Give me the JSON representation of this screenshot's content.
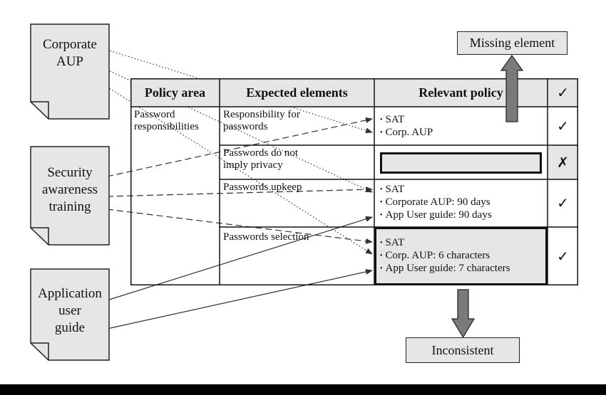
{
  "documents": {
    "corporate_aup": "Corporate\nAUP",
    "security_training": "Security\nawareness\ntraining",
    "app_user_guide": "Application\nuser\nguide"
  },
  "table": {
    "headers": [
      "Policy area",
      "Expected elements",
      "Relevant policy",
      "✓"
    ],
    "policy_area": "Password\nresponsibilities",
    "rows": [
      {
        "element": "Responsibility for\npasswords",
        "policies": [
          "SAT",
          "Corp. AUP"
        ],
        "status": "✓",
        "status_icon": "check-icon"
      },
      {
        "element": "Passwords do not\nimply privacy",
        "policies": [],
        "status": "✗",
        "status_icon": "cross-icon"
      },
      {
        "element": "Passwords upkeep",
        "policies": [
          "SAT",
          "Corporate AUP: 90 days",
          "App User guide: 90 days"
        ],
        "status": "✓",
        "status_icon": "check-icon"
      },
      {
        "element": "Passwords selection",
        "policies": [
          "SAT",
          "Corp. AUP: 6 characters",
          "App User guide: 7 characters"
        ],
        "status": "✓",
        "status_icon": "check-icon"
      }
    ]
  },
  "callouts": {
    "missing": "Missing element",
    "inconsistent": "Inconsistent"
  },
  "colors": {
    "fill_gray": "#e6e6e6",
    "arrow_gray": "#7a7a7a",
    "line": "#222222"
  }
}
